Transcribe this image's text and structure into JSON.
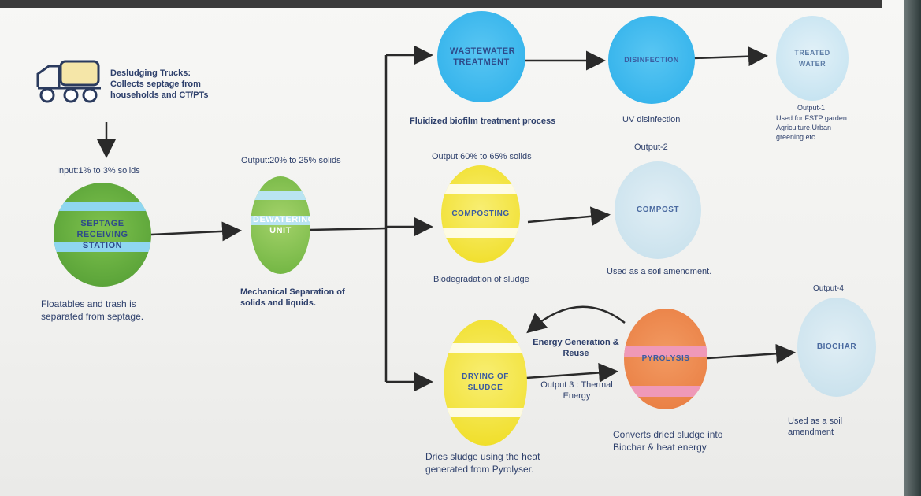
{
  "colors": {
    "blue": "#2fb4ef",
    "green": "#6db33f",
    "yellow": "#f4e43a",
    "pale_blue": "#cfe4ee",
    "orange": "#ec7f4e",
    "pink": "#e88fb0",
    "text": "#2d3f6b"
  },
  "truck": {
    "icon": "septage-truck-icon",
    "text": "Desludging Trucks: Collects septage from households and CT/PTs"
  },
  "input_label": "Input:1% to 3% solids",
  "septage": {
    "label": "SEPTAGE RECEIVING STATION",
    "caption": "Floatables and trash is separated from septage."
  },
  "dewatering": {
    "output_label": "Output:20% to 25% solids",
    "label": "DEWATERING UNIT",
    "caption": "Mechanical Separation of solids and liquids."
  },
  "wastewater": {
    "label": "WASTEWATER TREATMENT",
    "caption": "Fluidized biofilm treatment process"
  },
  "disinfection": {
    "label": "DISINFECTION",
    "caption": "UV disinfection"
  },
  "treated_water": {
    "label": "TREATED WATER",
    "output": "Output-1",
    "caption": "Used for FSTP garden Agriculture,Urban greening etc."
  },
  "composting": {
    "output_label": "Output:60% to 65% solids",
    "label": "COMPOSTING",
    "caption": "Biodegradation of sludge"
  },
  "compost": {
    "output": "Output-2",
    "label": "COMPOST",
    "caption": "Used as a soil amendment."
  },
  "drying": {
    "label": "DRYING OF SLUDGE",
    "caption": "Dries sludge using the heat generated from Pyrolyser."
  },
  "energy": {
    "label": "Energy Generation & Reuse",
    "output": "Output 3 : Thermal Energy"
  },
  "pyrolysis": {
    "label": "PYROLYSIS",
    "caption": "Converts dried sludge into Biochar & heat energy"
  },
  "biochar": {
    "output": "Output-4",
    "label": "BIOCHAR",
    "caption": "Used as a soil amendment"
  }
}
